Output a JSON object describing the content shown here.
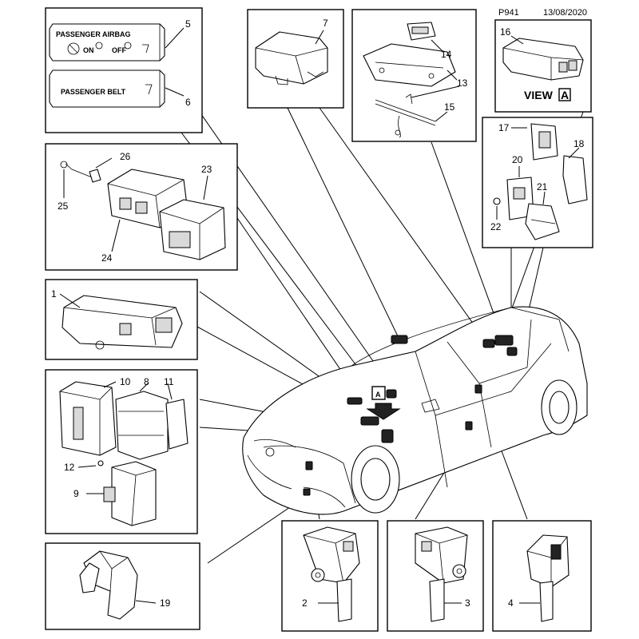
{
  "header": {
    "page_code": "P941",
    "date": "13/08/2020"
  },
  "labels": {
    "airbag_panel": "PASSENGER AIRBAG",
    "airbag_on": "ON",
    "airbag_off": "OFF",
    "belt_panel": "PASSENGER BELT",
    "view_text": "VIEW",
    "view_letter": "A",
    "car_view_marker": "A"
  },
  "callouts": [
    "1",
    "2",
    "3",
    "4",
    "5",
    "6",
    "7",
    "8",
    "9",
    "10",
    "11",
    "12",
    "13",
    "14",
    "15",
    "16",
    "17",
    "18",
    "19",
    "20",
    "21",
    "22",
    "23",
    "24",
    "25",
    "26"
  ]
}
